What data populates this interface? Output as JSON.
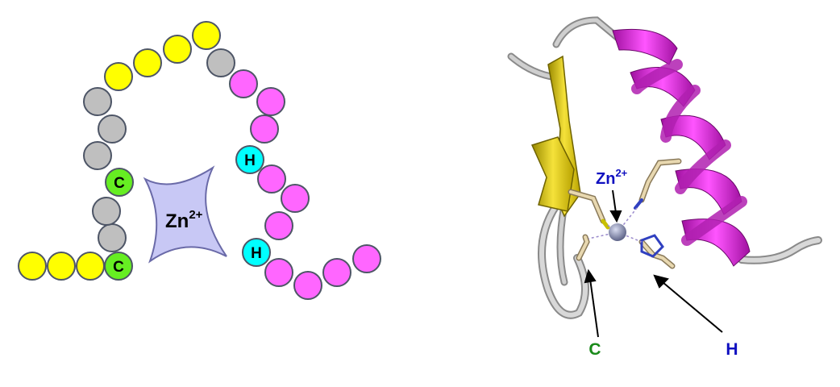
{
  "left_schematic": {
    "metal_ion": {
      "element": "Zn",
      "charge": "2+"
    },
    "residue_labels": {
      "cysteine": "C",
      "histidine": "H"
    },
    "colors": {
      "yellow": "#ffff00",
      "grey": "#bfbfbf",
      "magenta": "#ff66ff",
      "cysteine": "#66ee22",
      "histidine": "#00ffff",
      "metal": "#c8c8f5"
    }
  },
  "right_structure": {
    "metal_ion": {
      "element": "Zn",
      "charge": "2+"
    },
    "labels": {
      "cysteine": "C",
      "histidine": "H"
    },
    "colors": {
      "sheet": "#e6d21a",
      "helix": "#d81ad8",
      "coil": "#bdbdbd",
      "zn_label": "#1010c0",
      "c_label": "#1a8a1a",
      "h_label": "#1010c0",
      "metal": "#7a80a8"
    }
  }
}
